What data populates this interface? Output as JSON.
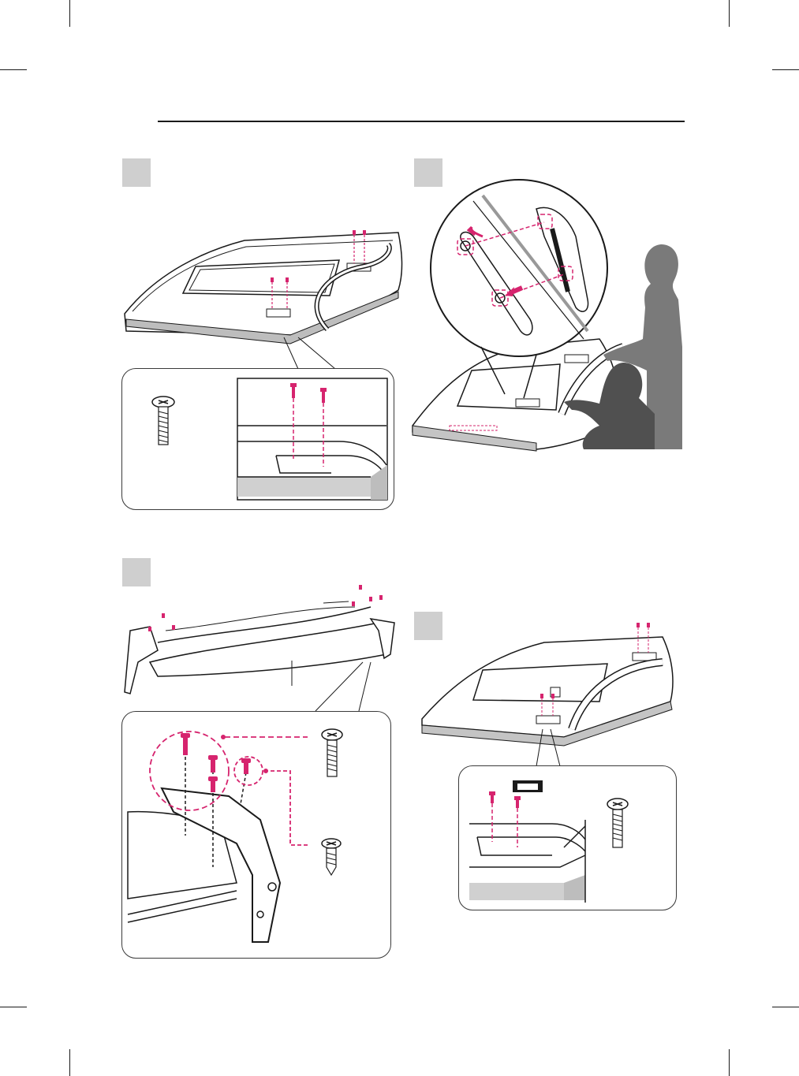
{
  "document": {
    "steps": [
      {
        "id": "step-1",
        "label": ""
      },
      {
        "id": "step-2",
        "label": ""
      },
      {
        "id": "step-3",
        "label": ""
      },
      {
        "id": "step-4",
        "label": ""
      }
    ]
  },
  "colors": {
    "accent": "#d6246e",
    "line": "#1a1a1a",
    "shade": "#999999",
    "step_box": "#cfcfcf",
    "silhouette_light": "#7a7a7a",
    "silhouette_dark": "#505050"
  },
  "icons": [
    "screw-icon",
    "tapping-screw-icon",
    "tv-illustration",
    "stand-illustration",
    "person-silhouette"
  ]
}
